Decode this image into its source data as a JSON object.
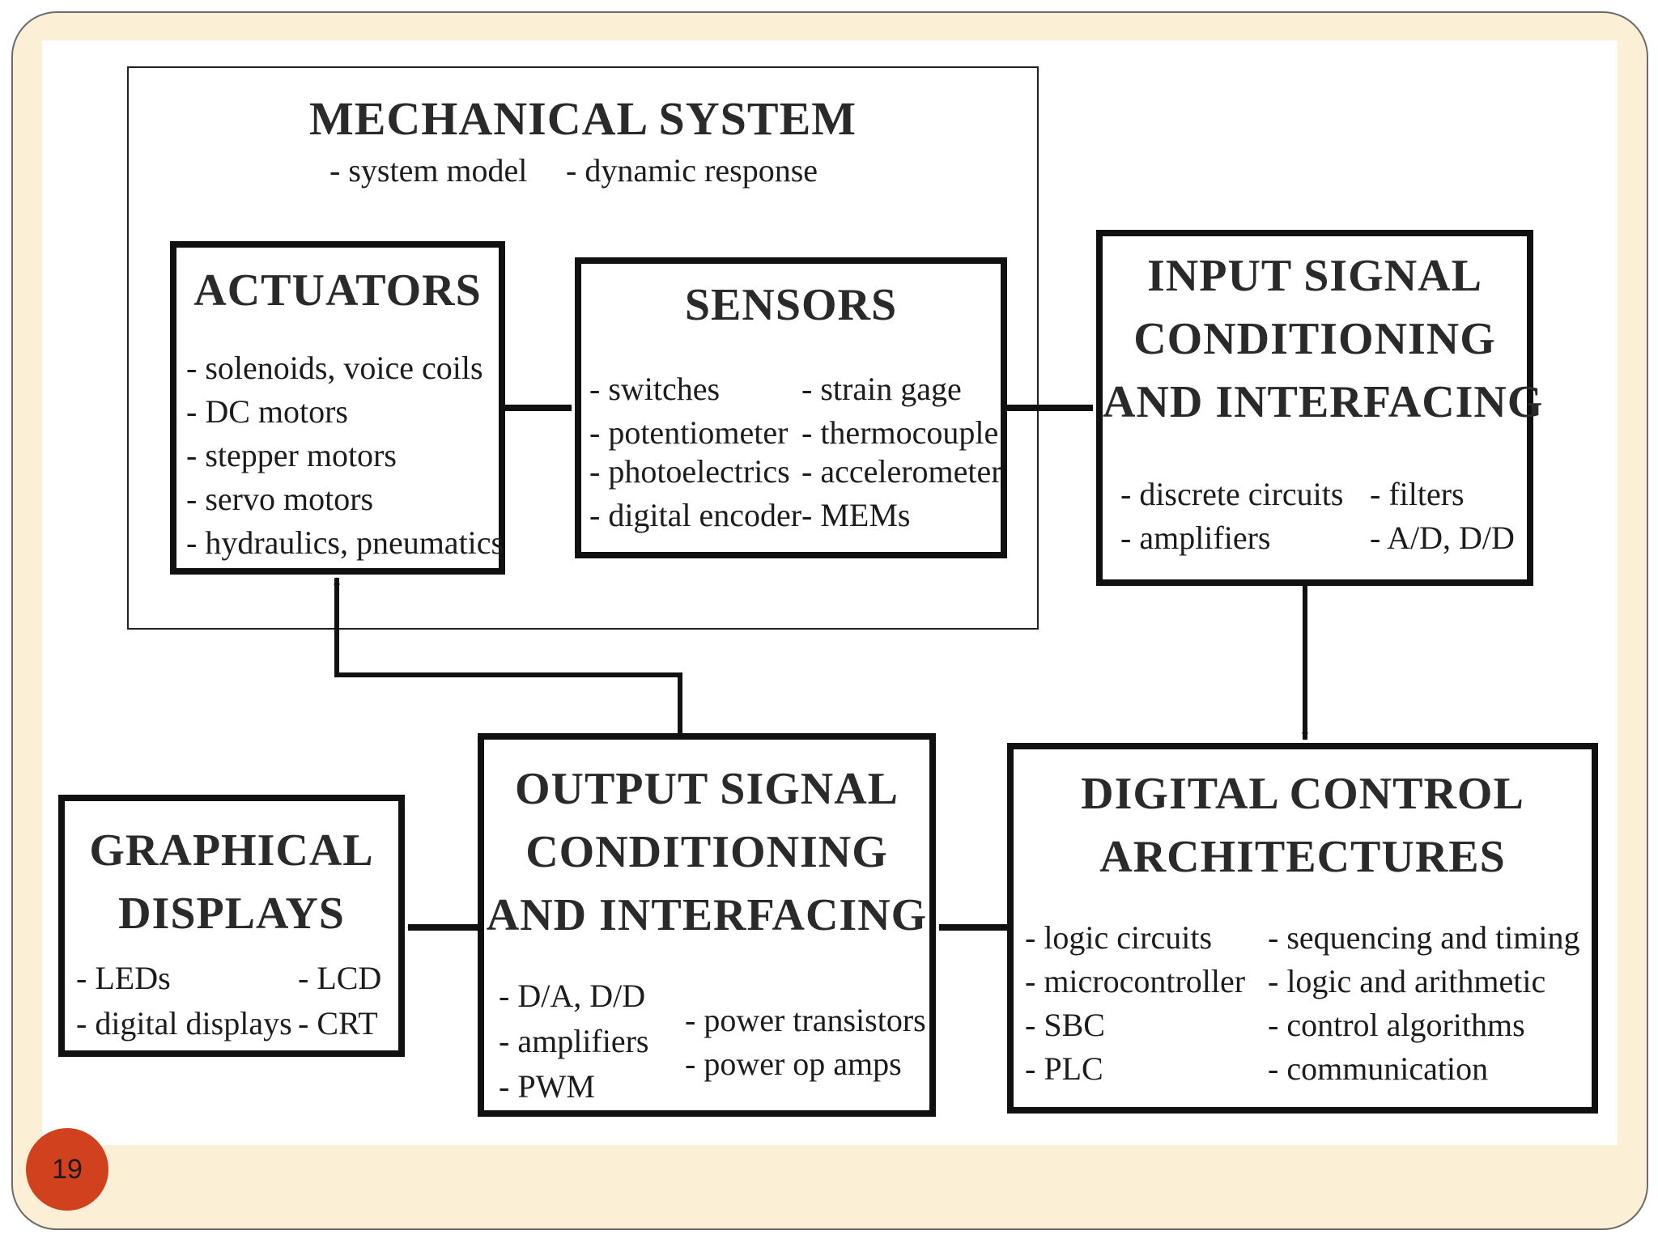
{
  "diagram": {
    "mechanical_system": {
      "title": "MECHANICAL SYSTEM",
      "items": [
        "- system model",
        "- dynamic response"
      ]
    },
    "actuators": {
      "title": "ACTUATORS",
      "items": [
        "- solenoids, voice coils",
        "- DC motors",
        "- stepper motors",
        "- servo motors",
        "- hydraulics, pneumatics"
      ]
    },
    "sensors": {
      "title": "SENSORS",
      "left_items": [
        "- switches",
        "- potentiometer",
        "- photoelectrics",
        "- digital encoder"
      ],
      "right_items": [
        "- strain gage",
        "- thermocouple",
        "- accelerometer",
        "- MEMs"
      ]
    },
    "input_signal": {
      "title_lines": [
        "INPUT SIGNAL",
        "CONDITIONING",
        "AND INTERFACING"
      ],
      "left_items": [
        "- discrete circuits",
        "- amplifiers"
      ],
      "right_items": [
        "- filters",
        "- A/D, D/D"
      ]
    },
    "digital_control": {
      "title_lines": [
        "DIGITAL CONTROL",
        "ARCHITECTURES"
      ],
      "left_items": [
        "- logic circuits",
        "- microcontroller",
        "- SBC",
        "- PLC"
      ],
      "right_items": [
        "- sequencing and timing",
        "- logic and arithmetic",
        "- control algorithms",
        "- communication"
      ]
    },
    "output_signal": {
      "title_lines": [
        "OUTPUT SIGNAL",
        "CONDITIONING",
        "AND INTERFACING"
      ],
      "left_items": [
        "- D/A, D/D",
        "- amplifiers",
        "- PWM"
      ],
      "right_items": [
        "- power transistors",
        "- power op amps"
      ]
    },
    "graphical_displays": {
      "title_lines": [
        "GRAPHICAL",
        "DISPLAYS"
      ],
      "left_items": [
        "- LEDs",
        "- digital displays"
      ],
      "right_items": [
        "- LCD",
        "- CRT"
      ]
    }
  },
  "page_number": "19"
}
